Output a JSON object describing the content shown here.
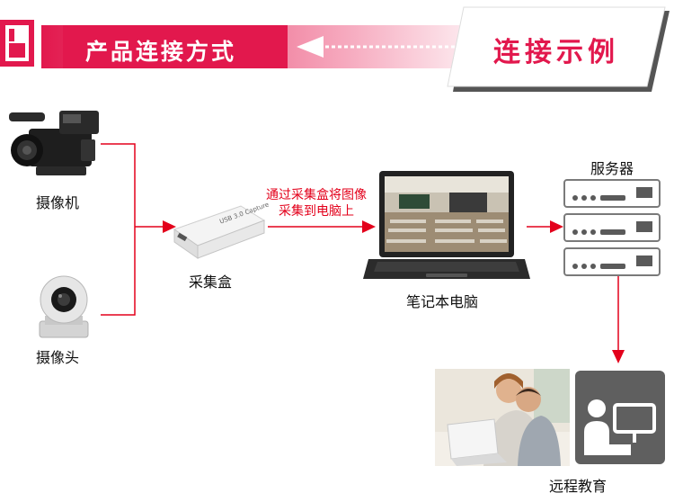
{
  "header": {
    "title": "产品连接方式",
    "example_label": "连接示例",
    "accent": "#e2184d"
  },
  "devices": {
    "camcorder_label": "摄像机",
    "ptz_camera_label": "摄像头",
    "capture_box_label": "采集盒",
    "capture_box_print": "USB 3.0 Capture",
    "laptop_label": "笔记本电脑",
    "server_label": "服务器",
    "education_label": "远程教育"
  },
  "annotation": {
    "line1": "通过采集盒将图像",
    "line2": "采集到电脑上"
  },
  "colors": {
    "connector": "#e3001b",
    "server_outline": "#7a7a7a",
    "server_fill": "#5a5a5a"
  }
}
